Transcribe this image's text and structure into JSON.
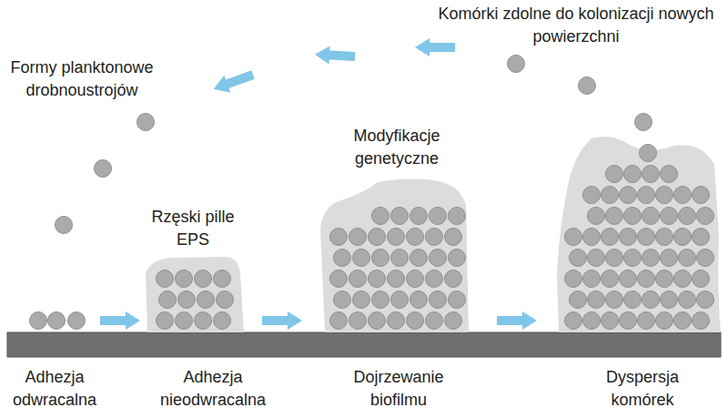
{
  "diagram": {
    "labels": [
      "Formy planktonowe drobnoustrojów",
      "Komórki zdolne do kolonizacji nowych powierzchni",
      "Rzęski pille EPS",
      "Modyfikacje genetyczne",
      "Adhezja odwracalna",
      "Adhezja nieodwracalna",
      "Dojrzewanie biofilmu",
      "Dyspersja komórek"
    ]
  }
}
